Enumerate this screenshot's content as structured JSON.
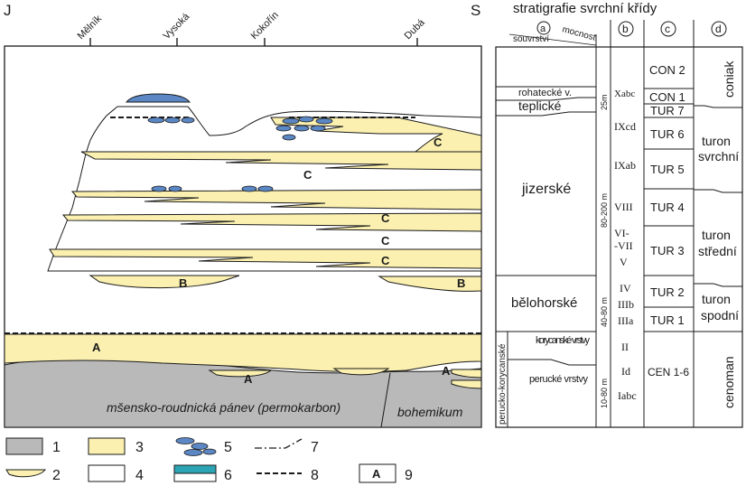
{
  "corners": {
    "left": "J",
    "right": "S"
  },
  "places": [
    "Mělník",
    "Vysoká",
    "Kokořín",
    "Dubá"
  ],
  "section": {
    "c_labels": [
      "C",
      "C",
      "C",
      "C",
      "C"
    ],
    "b_labels": [
      "B",
      "B"
    ],
    "a_labels": [
      "A",
      "A",
      "A"
    ],
    "basin_label": "mšensko-roudnická pánev (permokarbon)",
    "bohemikum_label": "bohemikum"
  },
  "legend": [
    {
      "num": "1",
      "swatch": "gray-fill"
    },
    {
      "num": "2",
      "swatch": "lens-fill"
    },
    {
      "num": "3",
      "swatch": "yellow-fill"
    },
    {
      "num": "4",
      "swatch": "white-fill"
    },
    {
      "num": "5",
      "swatch": "blue-ellipses"
    },
    {
      "num": "6",
      "swatch": "cyan-bar"
    },
    {
      "num": "7",
      "swatch": "dash-dot-line"
    },
    {
      "num": "8",
      "swatch": "dashed-line"
    },
    {
      "num": "9",
      "swatch": "letter-box",
      "box_letter": "A"
    }
  ],
  "strat": {
    "title": "stratigrafie svrchní křídy",
    "col_a_letter": "a",
    "col_a_label_souvrstvi": "souvrství",
    "col_a_label_mocnost": "mocnost",
    "col_b_letter": "b",
    "col_c_letter": "c",
    "col_d_letter": "d",
    "units": {
      "rohatecke": "rohatecké v.",
      "teplicke": "teplické",
      "jizerske": "jizerské",
      "belohorske": "bělohorské",
      "perucko": "perucko-korycanské",
      "korycanske": "korycanské vrstvy",
      "perucke": "perucké vrstvy"
    },
    "thickness": {
      "t1": "25m",
      "t2": "80-200 m",
      "t3": "40-80 m",
      "t4": "10-80 m"
    },
    "col_b": [
      "Xabc",
      "IXcd",
      "IXab",
      "VIII",
      "VI-",
      "-VII",
      "V",
      "IV",
      "IIIb",
      "IIIa",
      "II",
      "Id",
      "Iabc"
    ],
    "col_c": [
      "CON 2",
      "CON 1",
      "TUR 7",
      "TUR 6",
      "TUR 5",
      "TUR 4",
      "TUR 3",
      "TUR 2",
      "TUR 1",
      "CEN 1-6"
    ],
    "col_d": [
      "coniak",
      "turon",
      "svrchní",
      "turon",
      "střední",
      "turon",
      "spodní",
      "cenoman"
    ]
  },
  "colors": {
    "gray": "#b9b9b9",
    "yellow": "#fbf0b0",
    "blue": "#5b87c5",
    "cyan": "#2ba5b5",
    "line": "#1a1a1a"
  }
}
